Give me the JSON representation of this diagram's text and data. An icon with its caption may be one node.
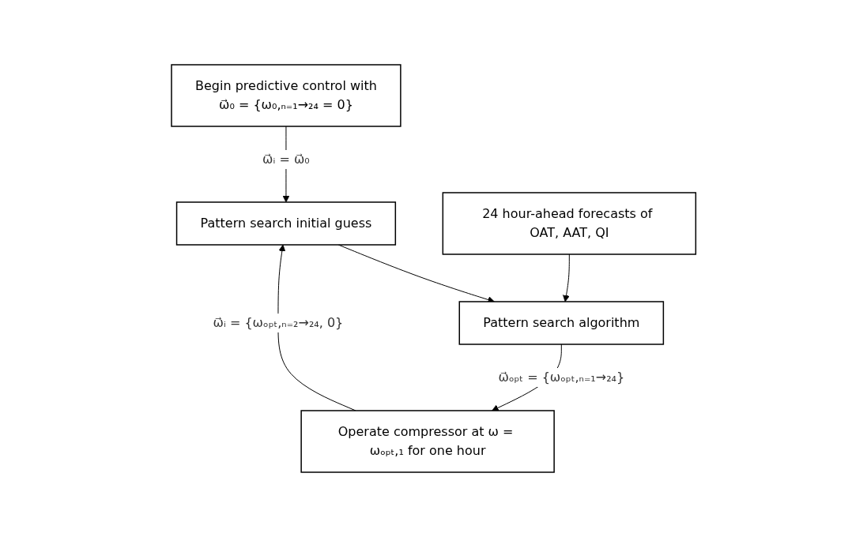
{
  "diagram": {
    "nodes": [
      {
        "text": [
          "Begin predictive control with",
          "ω⃗₀ = {ω₀,ₙ₌₁→₂₄ = 0}"
        ]
      },
      {
        "text": [
          "Pattern search initial guess"
        ]
      },
      {
        "text": [
          "24 hour-ahead forecasts of OAT, AAT, QI"
        ]
      },
      {
        "text": [
          "Pattern search algorithm"
        ]
      },
      {
        "text": [
          "Operate compressor at ω = ωₒₚₜ,₁ for one hour"
        ]
      }
    ],
    "edges": [
      {
        "from": 0,
        "to": 1,
        "arrow": "to",
        "label": "ω⃗ᵢ = ω⃗₀"
      },
      {
        "from": 1,
        "to": 3,
        "arrow": "to"
      },
      {
        "from": 2,
        "to": 3,
        "arrow": "to"
      },
      {
        "from": 3,
        "to": 4,
        "arrow": "to",
        "label": "ω⃗ₒₚₜ = {ωₒₚₜ,ₙ₌₁→₂₄}"
      },
      {
        "from": 4,
        "to": 1,
        "arrow": "to",
        "label": "ω⃗ᵢ = {ωₒₚₜ,ₙ₌₂→₂₄, 0}"
      }
    ]
  }
}
